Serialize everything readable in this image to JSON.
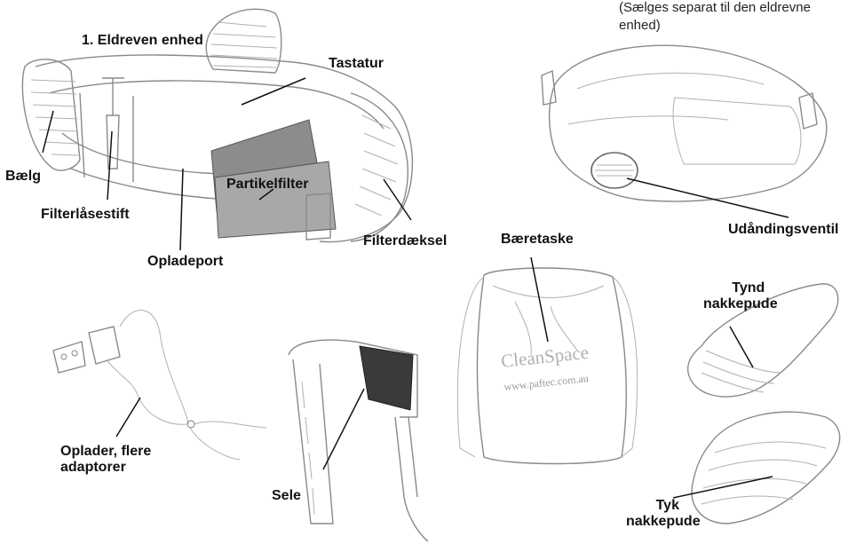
{
  "note": {
    "line1": "(Sælges separat til den eldrevne",
    "line2": "enhed)"
  },
  "labels": {
    "unit": "1. Eldreven enhed",
    "keypad": "Tastatur",
    "bellows": "Bælg",
    "particle_filter": "Partikelfilter",
    "filter_lock_pin": "Filterlåsestift",
    "charge_port": "Opladeport",
    "filter_cover": "Filterdæksel",
    "exhalation_valve": "Udåndingsventil",
    "carry_bag": "Bæretaske",
    "thin_neck_pad_1": "Tynd",
    "thin_neck_pad_2": "nakkepude",
    "charger_1": "Oplader, flere",
    "charger_2": "adaptorer",
    "harness": "Sele",
    "thick_neck_pad_1": "Tyk",
    "thick_neck_pad_2": "nakkepude"
  },
  "bag": {
    "brand": "CleanSpace",
    "url": "www.paftec.com.au"
  }
}
